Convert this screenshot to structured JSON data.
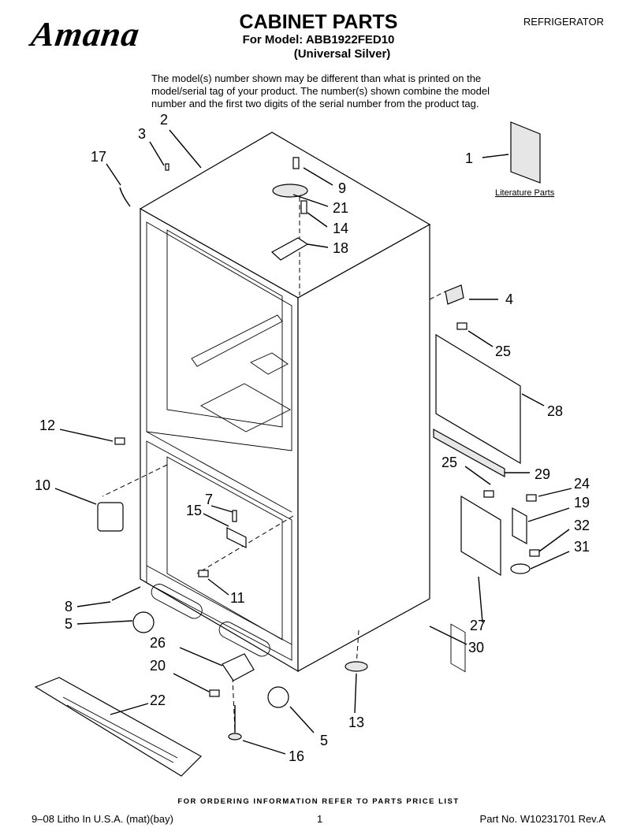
{
  "header": {
    "brand": "Amana",
    "title": "CABINET PARTS",
    "model_line": "For Model: ABB1922FED10",
    "variant_line": "(Universal Silver)",
    "category": "REFRIGERATOR"
  },
  "note": "The model(s) number shown may be different than what is printed on the model/serial tag of your product. The number(s) shown combine the model number and the first two digits of the serial number from the product tag.",
  "diagram": {
    "literature_label": "Literature Parts",
    "callouts": [
      "1",
      "2",
      "3",
      "4",
      "5",
      "5",
      "7",
      "8",
      "9",
      "10",
      "11",
      "12",
      "13",
      "14",
      "15",
      "16",
      "17",
      "18",
      "19",
      "20",
      "21",
      "22",
      "24",
      "25",
      "25",
      "26",
      "27",
      "28",
      "29",
      "30",
      "31",
      "32"
    ]
  },
  "footer": {
    "ordering_info": "FOR ORDERING INFORMATION REFER TO PARTS PRICE LIST",
    "print_info": "9–08 Litho In U.S.A. (mat)(bay)",
    "page_number": "1",
    "part_number": "Part No. W10231701 Rev.A"
  }
}
